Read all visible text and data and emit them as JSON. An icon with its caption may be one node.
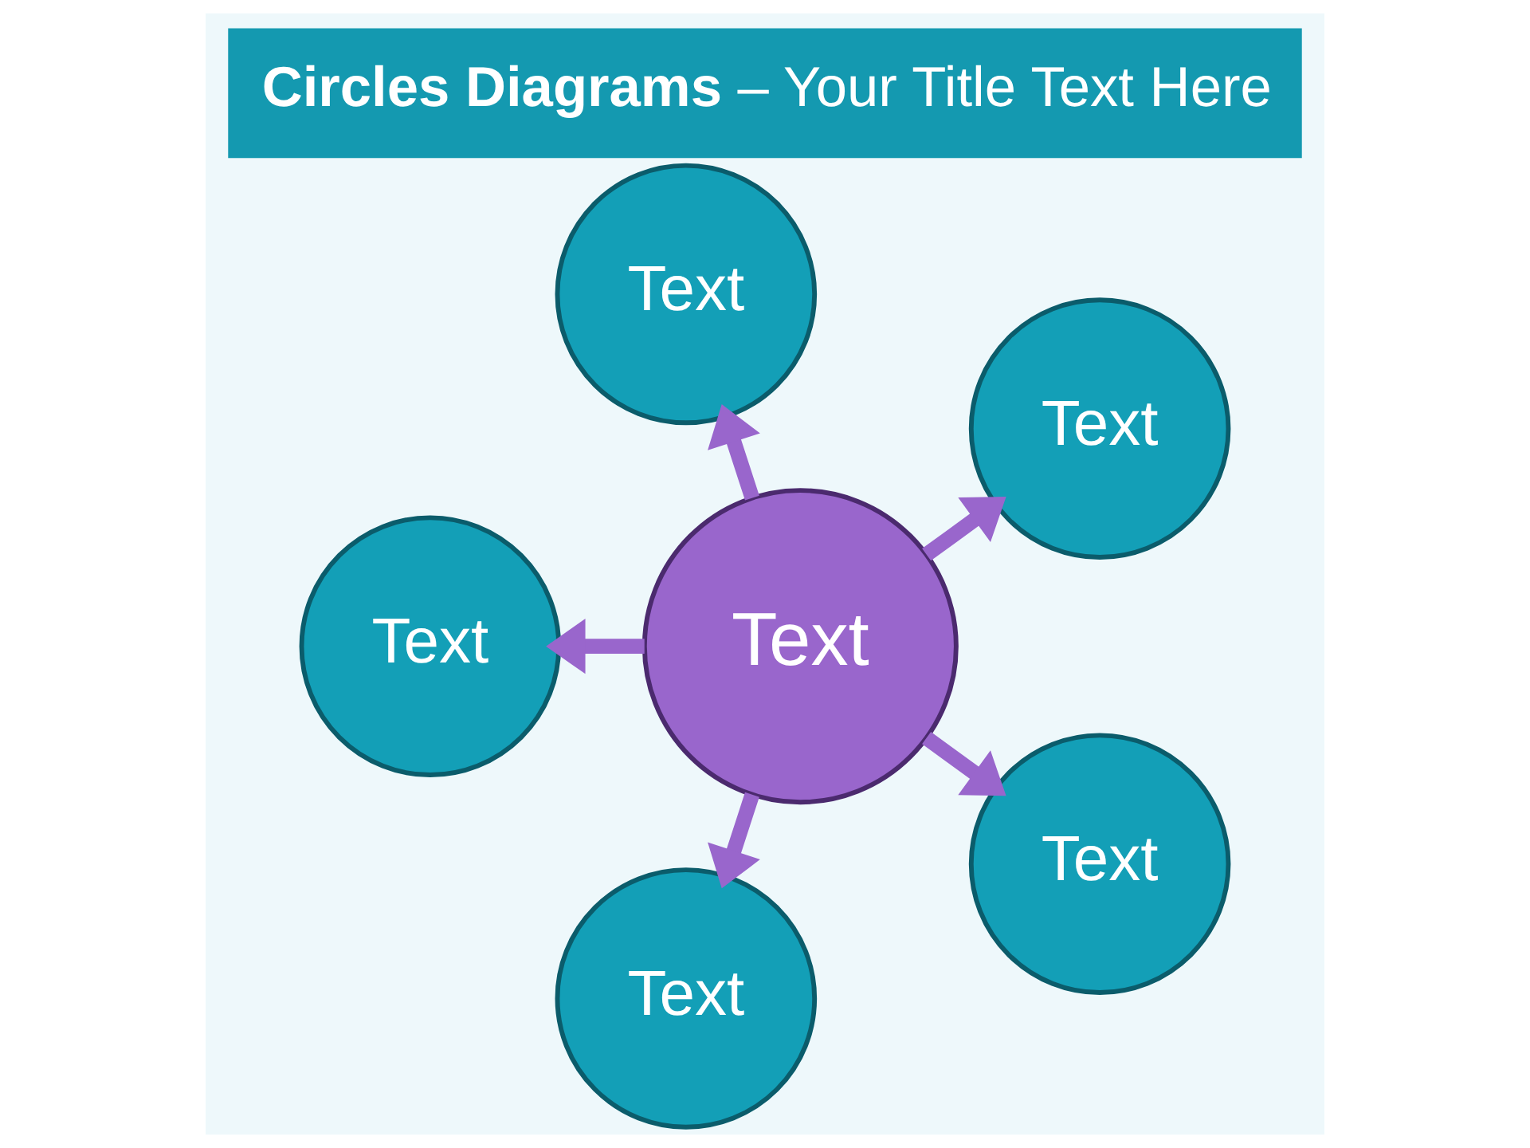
{
  "diagram": {
    "title": "**Circles Diagrams** – Your Title Text Here",
    "nodes": [
      {
        "text": [
          "Text"
        ]
      },
      {
        "text": [
          "Text"
        ]
      },
      {
        "text": [
          "Text"
        ]
      },
      {
        "text": [
          "Text"
        ]
      },
      {
        "text": [
          "Text"
        ]
      },
      {
        "text": [
          "Text"
        ]
      }
    ],
    "edges": [
      {
        "from": 3,
        "to": 0,
        "arrow": "to"
      },
      {
        "from": 3,
        "to": 2,
        "arrow": "to"
      },
      {
        "from": 3,
        "to": 5,
        "arrow": "to"
      },
      {
        "from": 3,
        "to": 4,
        "arrow": "to"
      },
      {
        "from": 3,
        "to": 1,
        "arrow": "to"
      }
    ]
  }
}
